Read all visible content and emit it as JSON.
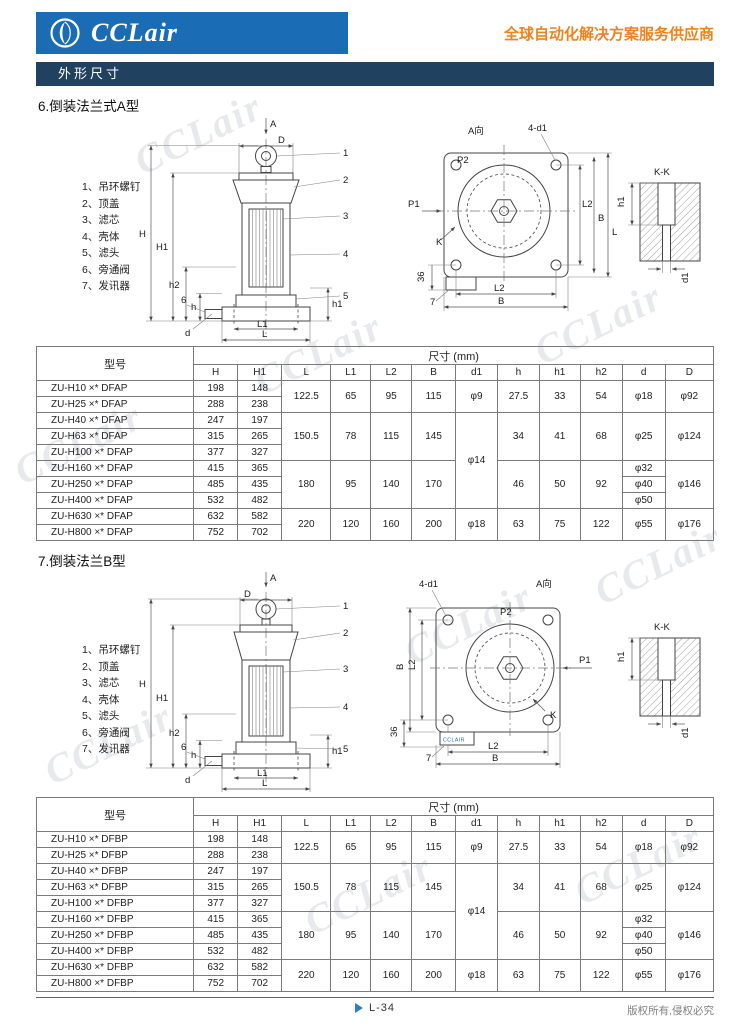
{
  "header": {
    "logo_text": "CCLair",
    "tagline": "全球自动化解决方案服务供应商",
    "section_bar": "外形尺寸"
  },
  "watermark": "CCLair",
  "parts": [
    "1、吊环螺钉",
    "2、顶盖",
    "3、滤芯",
    "4、壳体",
    "5、滤头",
    "6、旁通阀",
    "7、发讯器"
  ],
  "sections": [
    {
      "title": "6.倒装法兰式A型"
    },
    {
      "title": "7.倒装法兰B型"
    }
  ],
  "drawing": {
    "view_arrow": "A",
    "dim_D": "D",
    "dim_H": "H",
    "dim_H1": "H1",
    "dim_h": "h",
    "dim_h1": "h1",
    "dim_h2": "h2",
    "dim_d": "d",
    "dim_L": "L",
    "dim_L1": "L1",
    "dim_L2": "L2",
    "dim_B": "B",
    "dim_36": "36",
    "dim_d1": "d1",
    "label_A_dir": "A向",
    "label_4d1": "4-d1",
    "label_P1": "P1",
    "label_P2": "P2",
    "label_K": "K",
    "label_KK": "K-K",
    "device_text": "CCLAIR",
    "callouts": [
      "1",
      "2",
      "3",
      "4",
      "5",
      "6",
      "7"
    ]
  },
  "table_header": {
    "model": "型号",
    "size_label": "尺寸 (mm)",
    "cols": [
      "H",
      "H1",
      "L",
      "L1",
      "L2",
      "B",
      "d1",
      "h",
      "h1",
      "h2",
      "d",
      "D"
    ]
  },
  "table_a": {
    "rows": [
      [
        "ZU-H10 ×* DFAP",
        "198",
        "148",
        {
          "t": "122.5",
          "rs": 2
        },
        {
          "t": "65",
          "rs": 2
        },
        {
          "t": "95",
          "rs": 2
        },
        {
          "t": "115",
          "rs": 2
        },
        {
          "t": "φ9",
          "rs": 2
        },
        {
          "t": "27.5",
          "rs": 2
        },
        {
          "t": "33",
          "rs": 2
        },
        {
          "t": "54",
          "rs": 2
        },
        {
          "t": "φ18",
          "rs": 2
        },
        {
          "t": "φ92",
          "rs": 2
        }
      ],
      [
        "ZU-H25 ×* DFAP",
        "288",
        "238"
      ],
      [
        "ZU-H40 ×* DFAP",
        "247",
        "197",
        {
          "t": "150.5",
          "rs": 3
        },
        {
          "t": "78",
          "rs": 3
        },
        {
          "t": "115",
          "rs": 3
        },
        {
          "t": "145",
          "rs": 3
        },
        {
          "t": "φ14",
          "rs": 6
        },
        {
          "t": "34",
          "rs": 3
        },
        {
          "t": "41",
          "rs": 3
        },
        {
          "t": "68",
          "rs": 3
        },
        {
          "t": "φ25",
          "rs": 3
        },
        {
          "t": "φ124",
          "rs": 3
        }
      ],
      [
        "ZU-H63 ×* DFAP",
        "315",
        "265"
      ],
      [
        "ZU-H100 ×* DFAP",
        "377",
        "327"
      ],
      [
        "ZU-H160 ×* DFAP",
        "415",
        "365",
        {
          "t": "180",
          "rs": 3
        },
        {
          "t": "95",
          "rs": 3
        },
        {
          "t": "140",
          "rs": 3
        },
        {
          "t": "170",
          "rs": 3
        },
        {
          "t": "46",
          "rs": 3
        },
        {
          "t": "50",
          "rs": 3
        },
        {
          "t": "92",
          "rs": 3
        },
        "φ32",
        {
          "t": "φ146",
          "rs": 3
        }
      ],
      [
        "ZU-H250 ×* DFAP",
        "485",
        "435",
        "φ40"
      ],
      [
        "ZU-H400 ×* DFAP",
        "532",
        "482",
        "φ50"
      ],
      [
        "ZU-H630 ×* DFAP",
        "632",
        "582",
        {
          "t": "220",
          "rs": 2
        },
        {
          "t": "120",
          "rs": 2
        },
        {
          "t": "160",
          "rs": 2
        },
        {
          "t": "200",
          "rs": 2
        },
        {
          "t": "φ18",
          "rs": 2
        },
        {
          "t": "63",
          "rs": 2
        },
        {
          "t": "75",
          "rs": 2
        },
        {
          "t": "122",
          "rs": 2
        },
        {
          "t": "φ55",
          "rs": 2
        },
        {
          "t": "φ176",
          "rs": 2
        }
      ],
      [
        "ZU-H800 ×* DFAP",
        "752",
        "702"
      ]
    ]
  },
  "table_b": {
    "rows": [
      [
        "ZU-H10 ×* DFBP",
        "198",
        "148",
        {
          "t": "122.5",
          "rs": 2
        },
        {
          "t": "65",
          "rs": 2
        },
        {
          "t": "95",
          "rs": 2
        },
        {
          "t": "115",
          "rs": 2
        },
        {
          "t": "φ9",
          "rs": 2
        },
        {
          "t": "27.5",
          "rs": 2
        },
        {
          "t": "33",
          "rs": 2
        },
        {
          "t": "54",
          "rs": 2
        },
        {
          "t": "φ18",
          "rs": 2
        },
        {
          "t": "φ92",
          "rs": 2
        }
      ],
      [
        "ZU-H25 ×* DFBP",
        "288",
        "238"
      ],
      [
        "ZU-H40 ×* DFBP",
        "247",
        "197",
        {
          "t": "150.5",
          "rs": 3
        },
        {
          "t": "78",
          "rs": 3
        },
        {
          "t": "115",
          "rs": 3
        },
        {
          "t": "145",
          "rs": 3
        },
        {
          "t": "φ14",
          "rs": 6
        },
        {
          "t": "34",
          "rs": 3
        },
        {
          "t": "41",
          "rs": 3
        },
        {
          "t": "68",
          "rs": 3
        },
        {
          "t": "φ25",
          "rs": 3
        },
        {
          "t": "φ124",
          "rs": 3
        }
      ],
      [
        "ZU-H63 ×* DFBP",
        "315",
        "265"
      ],
      [
        "ZU-H100 ×* DFBP",
        "377",
        "327"
      ],
      [
        "ZU-H160 ×* DFBP",
        "415",
        "365",
        {
          "t": "180",
          "rs": 3
        },
        {
          "t": "95",
          "rs": 3
        },
        {
          "t": "140",
          "rs": 3
        },
        {
          "t": "170",
          "rs": 3
        },
        {
          "t": "46",
          "rs": 3
        },
        {
          "t": "50",
          "rs": 3
        },
        {
          "t": "92",
          "rs": 3
        },
        "φ32",
        {
          "t": "φ146",
          "rs": 3
        }
      ],
      [
        "ZU-H250 ×* DFBP",
        "485",
        "435",
        "φ40"
      ],
      [
        "ZU-H400 ×* DFBP",
        "532",
        "482",
        "φ50"
      ],
      [
        "ZU-H630 ×* DFBP",
        "632",
        "582",
        {
          "t": "220",
          "rs": 2
        },
        {
          "t": "120",
          "rs": 2
        },
        {
          "t": "160",
          "rs": 2
        },
        {
          "t": "200",
          "rs": 2
        },
        {
          "t": "φ18",
          "rs": 2
        },
        {
          "t": "63",
          "rs": 2
        },
        {
          "t": "75",
          "rs": 2
        },
        {
          "t": "122",
          "rs": 2
        },
        {
          "t": "φ55",
          "rs": 2
        },
        {
          "t": "φ176",
          "rs": 2
        }
      ],
      [
        "ZU-H800 ×* DFBP",
        "752",
        "702"
      ]
    ]
  },
  "footer": {
    "page": "L-34",
    "copyright": "版权所有,侵权必究"
  }
}
